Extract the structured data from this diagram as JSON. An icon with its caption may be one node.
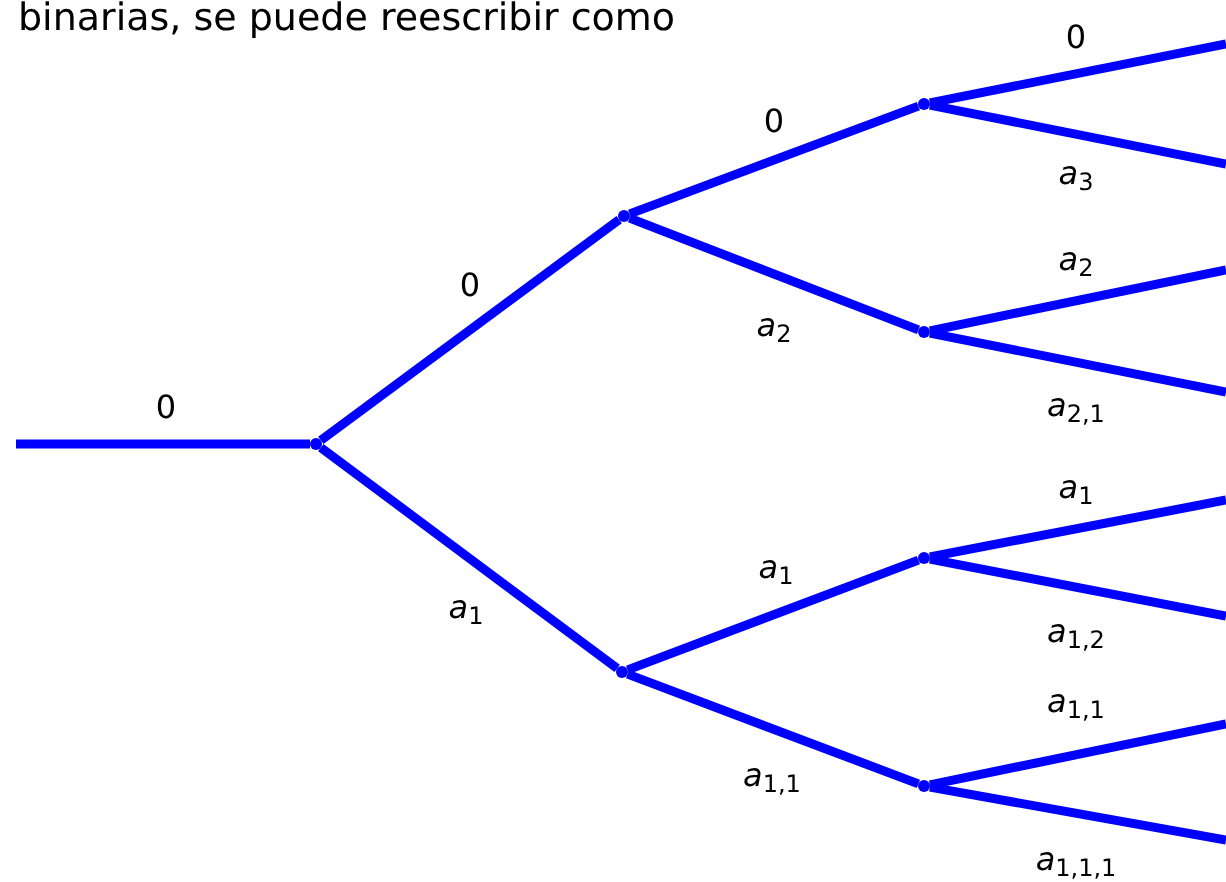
{
  "diagram": {
    "nodes": [
      {
        "text": [],
        "shape": "point"
      },
      {
        "text": [],
        "shape": "point"
      },
      {
        "text": [],
        "shape": "point"
      },
      {
        "text": [],
        "shape": "point"
      },
      {
        "text": [],
        "shape": "point"
      },
      {
        "text": [],
        "shape": "point"
      },
      {
        "text": [],
        "shape": "point"
      }
    ],
    "edges": [
      {
        "from": null,
        "to": 0,
        "arrow": "none",
        "label": "0"
      },
      {
        "from": 0,
        "to": 1,
        "arrow": "none",
        "label": "0"
      },
      {
        "from": 0,
        "to": 2,
        "arrow": "none",
        "label": "*a*$_{1}$"
      },
      {
        "from": 1,
        "to": 3,
        "arrow": "none",
        "label": "0"
      },
      {
        "from": 1,
        "to": 4,
        "arrow": "none",
        "label": "*a*$_{2}$"
      },
      {
        "from": 2,
        "to": 5,
        "arrow": "none",
        "label": "*a*$_{1}$"
      },
      {
        "from": 2,
        "to": 6,
        "arrow": "none",
        "label": "*a*$_{1,1}$"
      },
      {
        "from": 3,
        "to": null,
        "arrow": "none",
        "label": "0"
      },
      {
        "from": 3,
        "to": null,
        "arrow": "none",
        "label": "*a*$_{3}$"
      },
      {
        "from": 4,
        "to": null,
        "arrow": "none",
        "label": "*a*$_{2}$"
      },
      {
        "from": 4,
        "to": null,
        "arrow": "none",
        "label": "*a*$_{2,1}$"
      },
      {
        "from": 5,
        "to": null,
        "arrow": "none",
        "label": "*a*$_{1}$"
      },
      {
        "from": 5,
        "to": null,
        "arrow": "none",
        "label": "*a*$_{1,2}$"
      },
      {
        "from": 6,
        "to": null,
        "arrow": "none",
        "label": "*a*$_{1,1}$"
      },
      {
        "from": 6,
        "to": null,
        "arrow": "none",
        "label": "*a*$_{1,1,1}$"
      }
    ],
    "labels": [
      "binarias, se puede reescribir como"
    ]
  }
}
